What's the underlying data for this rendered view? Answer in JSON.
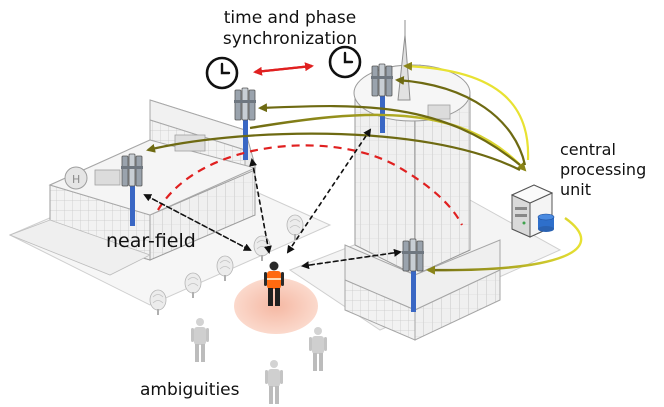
{
  "labels": {
    "sync_line1": "time and phase",
    "sync_line2": "synchronization",
    "cpu_line1": "central",
    "cpu_line2": "processing",
    "cpu_line3": "unit",
    "near_field": "near-field",
    "ambiguities": "ambiguities"
  },
  "colors": {
    "sync_arrow": "#e02020",
    "fronthaul_dark": "#6e6a12",
    "fronthaul_light": "#e8e233",
    "near_field_boundary": "#e02020",
    "user_zone": "#f7c9b8",
    "antenna_mast": "#3a67c4",
    "worker_vest": "#ff6a10"
  },
  "icons": [
    "clock-icon",
    "clock-icon",
    "antenna-panel-icon",
    "server-icon",
    "person-icon"
  ]
}
